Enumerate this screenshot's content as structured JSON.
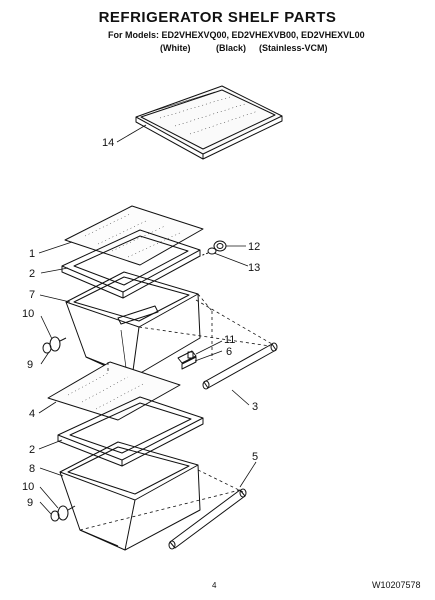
{
  "header": {
    "title": "REFRIGERATOR SHELF PARTS",
    "models_line": "For Models: ED2VHEXVQ00, ED2VHEXVB00, ED2VHEXVL00",
    "colors": [
      "(White)",
      "(Black)",
      "(Stainless-VCM)"
    ]
  },
  "callouts": {
    "c14": "14",
    "c1": "1",
    "c2a": "2",
    "c7": "7",
    "c10a": "10",
    "c9a": "9",
    "c12": "12",
    "c13": "13",
    "c11": "11",
    "c6": "6",
    "c3": "3",
    "c4": "4",
    "c2b": "2",
    "c8": "8",
    "c10b": "10",
    "c9b": "9",
    "c5": "5"
  },
  "footer": {
    "page": "4",
    "doc_number": "W10207578"
  }
}
